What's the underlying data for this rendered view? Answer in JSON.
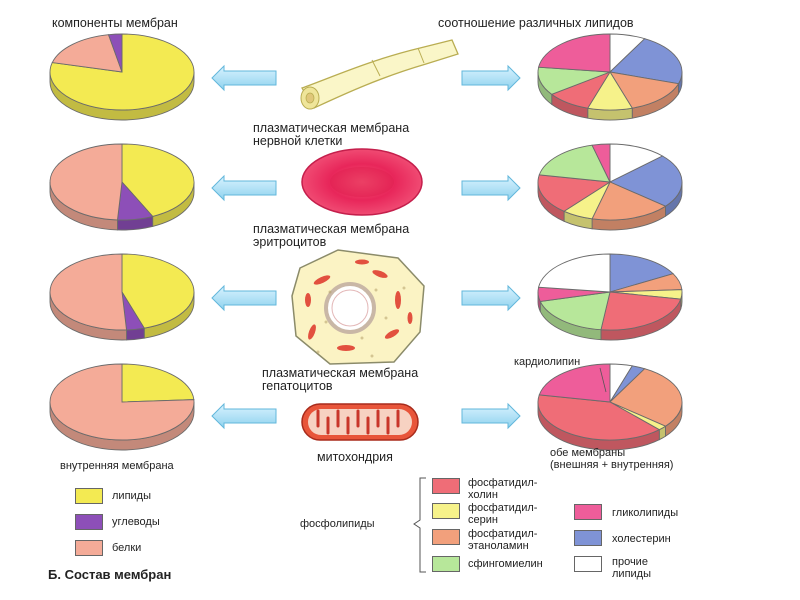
{
  "headings": {
    "left": "компоненты мембран",
    "right": "соотношение различных липидов"
  },
  "captions": {
    "neuron": [
      "плазматическая мембрана",
      "нервной клетки"
    ],
    "erythrocyte": [
      "плазматическая мембрана",
      "эритроцитов"
    ],
    "hepatocyte": [
      "плазматическая мембрана",
      "гепатоцитов"
    ],
    "mitochondrion": "митохондрия",
    "inner_membrane": "внутренняя мембрана",
    "cardiolipin": "кардиолипин",
    "both_membranes": [
      "обе мембраны",
      "(внешняя + внутренняя)"
    ]
  },
  "legend_left": [
    {
      "label": "липиды",
      "color": "#f3ea52"
    },
    {
      "label": "углеводы",
      "color": "#8d4fb8"
    },
    {
      "label": "белки",
      "color": "#f4ab98"
    }
  ],
  "legend_right": {
    "group_label": "фосфолипиды",
    "phospholipids": [
      {
        "label": [
          "фосфатидил-",
          "холин"
        ],
        "color": "#ef6d77"
      },
      {
        "label": [
          "фосфатидил-",
          "серин"
        ],
        "color": "#f6f28a"
      },
      {
        "label": [
          "фосфатидил-",
          "этаноламин"
        ],
        "color": "#f2a07c"
      },
      {
        "label": [
          "сфингомиелин"
        ],
        "color": "#b7e79a"
      }
    ],
    "others": [
      {
        "label": [
          "гликолипиды"
        ],
        "color": "#ee5d9a"
      },
      {
        "label": [
          "холестерин"
        ],
        "color": "#7f93d6"
      },
      {
        "label": [
          "прочие",
          "липиды"
        ],
        "color": "#ffffff"
      }
    ]
  },
  "figure_label": "Б. Состав мембран",
  "components_pies": [
    {
      "name": "neuron",
      "slices": [
        {
          "key": "lipids",
          "value": 79,
          "color": "#f3ea52"
        },
        {
          "key": "proteins",
          "value": 18,
          "color": "#f4ab98"
        },
        {
          "key": "carbs",
          "value": 3,
          "color": "#8d4fb8"
        }
      ]
    },
    {
      "name": "erythrocyte",
      "slices": [
        {
          "key": "lipids",
          "value": 43,
          "color": "#f3ea52"
        },
        {
          "key": "carbs",
          "value": 8,
          "color": "#8d4fb8"
        },
        {
          "key": "proteins",
          "value": 49,
          "color": "#f4ab98"
        }
      ]
    },
    {
      "name": "hepatocyte",
      "slices": [
        {
          "key": "lipids",
          "value": 45,
          "color": "#f3ea52"
        },
        {
          "key": "carbs",
          "value": 4,
          "color": "#8d4fb8"
        },
        {
          "key": "proteins",
          "value": 51,
          "color": "#f4ab98"
        }
      ]
    },
    {
      "name": "mito_inner",
      "slices": [
        {
          "key": "lipids",
          "value": 24,
          "color": "#f3ea52"
        },
        {
          "key": "proteins",
          "value": 76,
          "color": "#f4ab98"
        }
      ]
    }
  ],
  "lipid_pies": [
    {
      "name": "neuron",
      "slices": [
        {
          "key": "other",
          "value": 8,
          "color": "#ffffff"
        },
        {
          "key": "cholesterol",
          "value": 22,
          "color": "#7f93d6"
        },
        {
          "key": "pe",
          "value": 15,
          "color": "#f2a07c"
        },
        {
          "key": "ps",
          "value": 10,
          "color": "#f6f28a"
        },
        {
          "key": "pc",
          "value": 10,
          "color": "#ef6d77"
        },
        {
          "key": "sm",
          "value": 12,
          "color": "#b7e79a"
        },
        {
          "key": "glyco",
          "value": 23,
          "color": "#ee5d9a"
        }
      ]
    },
    {
      "name": "erythrocyte",
      "slices": [
        {
          "key": "other",
          "value": 13,
          "color": "#ffffff"
        },
        {
          "key": "cholesterol",
          "value": 23,
          "color": "#7f93d6"
        },
        {
          "key": "pe",
          "value": 18,
          "color": "#f2a07c"
        },
        {
          "key": "ps",
          "value": 7,
          "color": "#f6f28a"
        },
        {
          "key": "pc",
          "value": 17,
          "color": "#ef6d77"
        },
        {
          "key": "sm",
          "value": 18,
          "color": "#b7e79a"
        },
        {
          "key": "glyco",
          "value": 4,
          "color": "#ee5d9a"
        }
      ]
    },
    {
      "name": "hepatocyte",
      "slices": [
        {
          "key": "cholesterol",
          "value": 17,
          "color": "#7f93d6"
        },
        {
          "key": "pe",
          "value": 7,
          "color": "#f2a07c"
        },
        {
          "key": "ps",
          "value": 4,
          "color": "#f6f28a"
        },
        {
          "key": "pc",
          "value": 24,
          "color": "#ef6d77"
        },
        {
          "key": "sm",
          "value": 19,
          "color": "#b7e79a"
        },
        {
          "key": "glyco",
          "value": 6,
          "color": "#ee5d9a"
        },
        {
          "key": "other",
          "value": 23,
          "color": "#ffffff"
        }
      ]
    },
    {
      "name": "mito_both",
      "slices": [
        {
          "key": "other",
          "value": 5,
          "color": "#ffffff"
        },
        {
          "key": "cholesterol",
          "value": 3,
          "color": "#7f93d6"
        },
        {
          "key": "pe",
          "value": 28,
          "color": "#f2a07c"
        },
        {
          "key": "ps",
          "value": 2,
          "color": "#f6f28a"
        },
        {
          "key": "pc",
          "value": 40,
          "color": "#ef6d77"
        },
        {
          "key": "cardiolipin",
          "value": 22,
          "color": "#ee5d9a"
        }
      ]
    }
  ]
}
